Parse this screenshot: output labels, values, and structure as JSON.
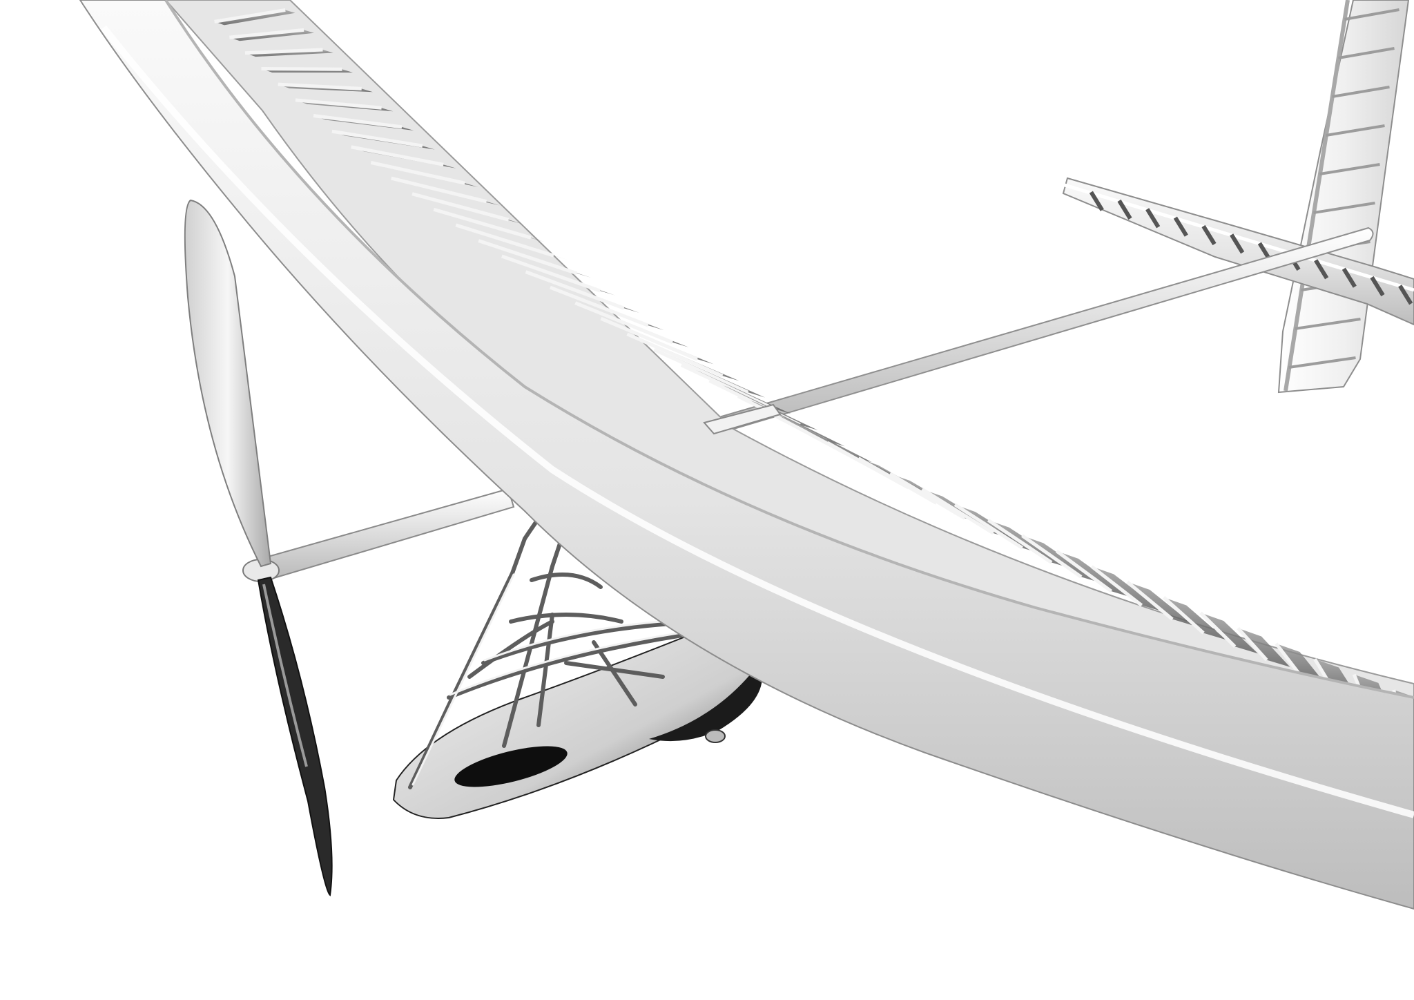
{
  "scene": {
    "subject": "glider-3d-render",
    "background_color": "#ffffff",
    "body_color": "#eeeeee",
    "shadow_color": "#1a1a1a",
    "rib_count_main_wing": 44,
    "rib_count_horizontal_tail": 12,
    "rib_count_vertical_tail": 10
  }
}
